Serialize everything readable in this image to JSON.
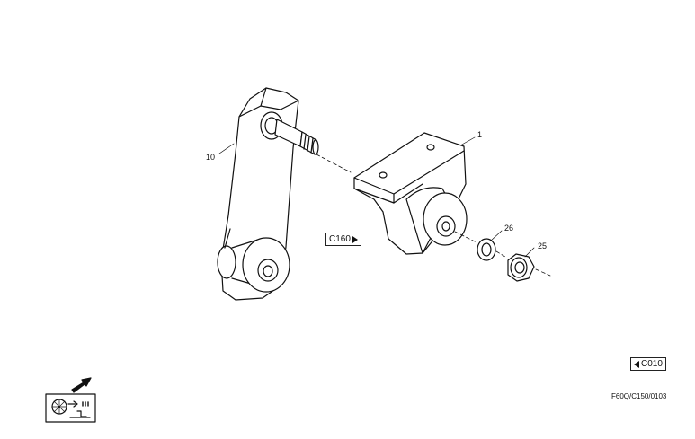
{
  "callouts": {
    "part_1": "1",
    "part_10": "10",
    "part_25": "25",
    "part_26": "26"
  },
  "references": {
    "next_ref": "C160",
    "prev_ref": "C010"
  },
  "drawing_code": "F60Q/C150/0103",
  "icons": {
    "direction_arrow": "arrow-icon",
    "machine_symbol": "machine-symbol-icon"
  },
  "colors": {
    "line": "#111111",
    "background": "#ffffff"
  }
}
